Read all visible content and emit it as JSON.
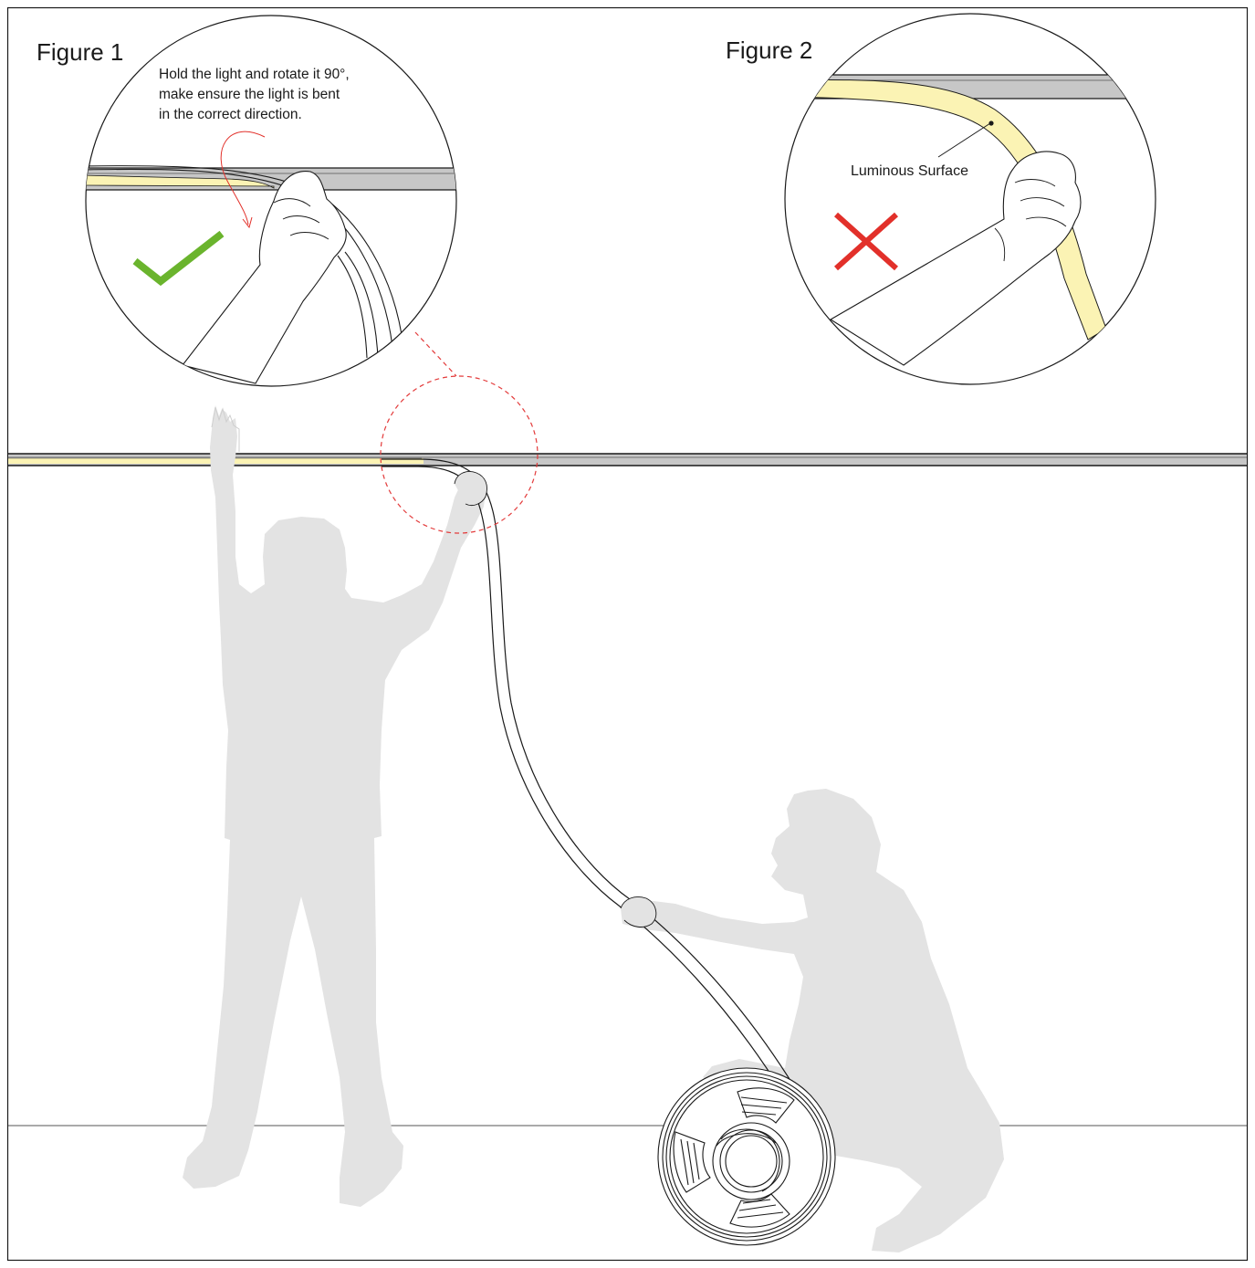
{
  "figure1": {
    "label": "Figure 1",
    "instruction_lines": [
      "Hold the light and rotate it 90°,",
      "make ensure the light is bent",
      "in the correct direction."
    ],
    "verdict": "check-mark-icon"
  },
  "figure2": {
    "label": "Figure 2",
    "callout": "Luminous Surface",
    "verdict": "cross-mark-icon"
  },
  "colors": {
    "light_strip": "#fbf3b4",
    "channel": "#c7c7c7",
    "silhouette": "#e3e3e3",
    "check": "#6ab42d",
    "cross": "#e2302a",
    "dashed_callout": "#e33b3b",
    "line": "#1a1a1a"
  }
}
